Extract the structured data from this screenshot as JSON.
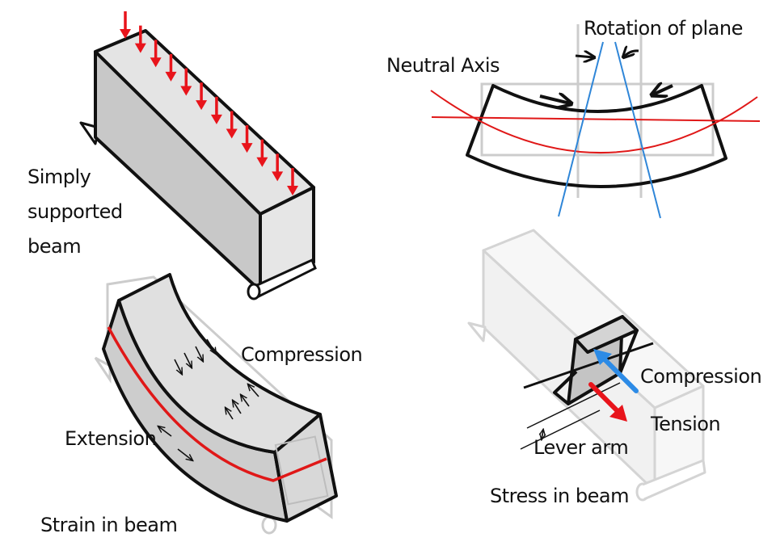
{
  "title": "Beam bending: supports, strain, neutral axis and stress",
  "colors": {
    "outline": "#111111",
    "load_arrow": "#e8141b",
    "neutral_axis": "#e01818",
    "plane_line": "#2f86d8",
    "compression_arrow": "#2d8be6",
    "tension_arrow": "#e8141b",
    "ghost": "#cccccc",
    "face_light": "#e6e6e6",
    "face_mid": "#d6d6d6",
    "face_dark": "#c4c4c4"
  },
  "panels": {
    "simply_supported": {
      "label": "Simply\nsupported\nbeam",
      "load_arrow_count": 12
    },
    "neutral_axis": {
      "neutral_axis_label": "Neutral Axis",
      "rotation_label": "Rotation of plane"
    },
    "strain": {
      "caption": "Strain in beam",
      "compression_label": "Compression",
      "extension_label": "Extension"
    },
    "stress": {
      "caption": "Stress in beam",
      "compression_label": "Compression",
      "tension_label": "Tension",
      "lever_arm_label": "Lever arm"
    }
  }
}
